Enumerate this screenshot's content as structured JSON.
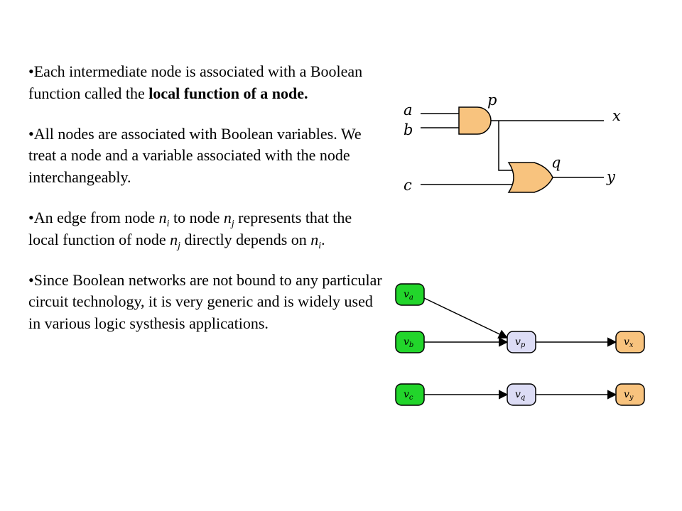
{
  "bullets": {
    "b1": {
      "prefix": "•Each intermediate node is associated with a Boolean function called the ",
      "bold": "local function of a node."
    },
    "b2": {
      "text": "•All nodes are associated with Boolean variables. We treat a node and a variable associated with the node interchangeably."
    },
    "b3": {
      "t1": "•An edge from node ",
      "n": "n",
      "i": "i",
      "t2": " to node ",
      "j": "j",
      "t3": " represents that the local function of node ",
      "t4": " directly depends on ",
      "t5": "."
    },
    "b4": {
      "text": "•Since Boolean networks are not bound to any particular circuit technology, it is very generic and is widely used in various logic systhesis applications."
    }
  },
  "circuit": {
    "inputs": [
      "a",
      "b",
      "c"
    ],
    "gates": [
      "p",
      "q"
    ],
    "outputs": [
      "x",
      "y"
    ]
  },
  "graph": {
    "nodes": [
      {
        "var": "v",
        "sub": "a",
        "kind": "input"
      },
      {
        "var": "v",
        "sub": "b",
        "kind": "input"
      },
      {
        "var": "v",
        "sub": "c",
        "kind": "input"
      },
      {
        "var": "v",
        "sub": "p",
        "kind": "internal"
      },
      {
        "var": "v",
        "sub": "q",
        "kind": "internal"
      },
      {
        "var": "v",
        "sub": "x",
        "kind": "output"
      },
      {
        "var": "v",
        "sub": "y",
        "kind": "output"
      }
    ]
  },
  "colors": {
    "gate_fill": "#F8C37E",
    "input_node": "#22D52B",
    "internal_node": "#DCDCF5",
    "output_node": "#F8C37E"
  }
}
